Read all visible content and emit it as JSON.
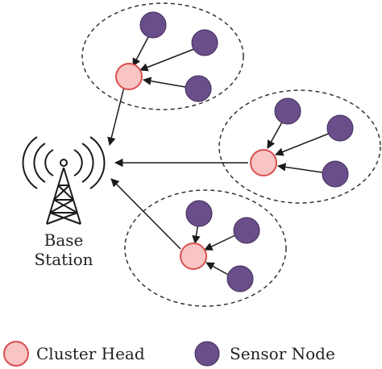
{
  "colors": {
    "cluster_head_fill": "#f8c4c4",
    "cluster_head_stroke": "#d94f4f",
    "sensor_fill": "#6a4e8a",
    "sensor_stroke": "#3f2b58",
    "line": "#1a1a1a",
    "cluster_boundary": "#333333"
  },
  "base_station": {
    "icon": "radio-tower-icon",
    "label_line1": "Base",
    "label_line2": "Station"
  },
  "clusters": [
    {
      "name": "cluster-top",
      "sensor_count": 3
    },
    {
      "name": "cluster-right",
      "sensor_count": 3
    },
    {
      "name": "cluster-bottom",
      "sensor_count": 3
    }
  ],
  "legend": {
    "cluster_head_label": "Cluster Head",
    "sensor_node_label": "Sensor Node"
  }
}
